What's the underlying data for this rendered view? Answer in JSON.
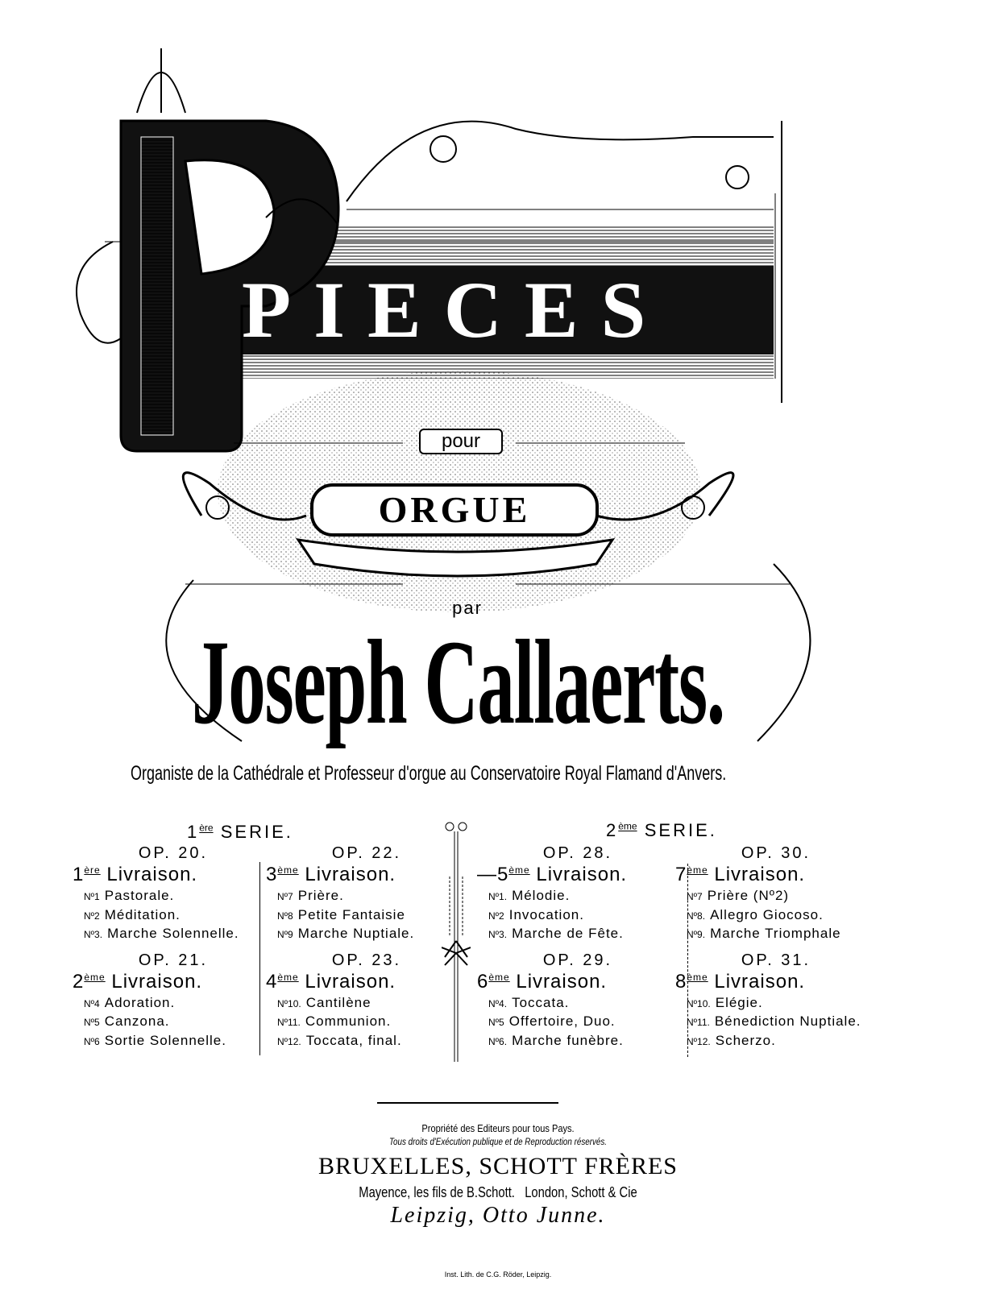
{
  "title": {
    "main": "PIECES",
    "pour": "pour",
    "instrument": "ORGUE",
    "par": "par",
    "composer": "Joseph Callaerts.",
    "subtitle": "Organiste de la Cathédrale et Professeur d'orgue au Conservatoire Royal Flamand d'Anvers."
  },
  "series": [
    {
      "num": "1",
      "sup": "ère",
      "label": "SERIE.",
      "columns": [
        [
          {
            "op": "OP. 20.",
            "num": "1",
            "sup": "ère",
            "liv": "Livraison.",
            "items": [
              {
                "no": "Nº1",
                "title": "Pastorale."
              },
              {
                "no": "Nº2",
                "title": "Méditation."
              },
              {
                "no": "Nº3.",
                "title": "Marche Solennelle."
              }
            ]
          },
          {
            "op": "OP. 21.",
            "num": "2",
            "sup": "ème",
            "liv": "Livraison.",
            "items": [
              {
                "no": "Nº4",
                "title": "Adoration."
              },
              {
                "no": "Nº5",
                "title": "Canzona."
              },
              {
                "no": "Nº6",
                "title": "Sortie Solennelle."
              }
            ]
          }
        ],
        [
          {
            "op": "OP. 22.",
            "num": "3",
            "sup": "ème",
            "liv": "Livraison.",
            "items": [
              {
                "no": "Nº7",
                "title": "Prière."
              },
              {
                "no": "Nº8",
                "title": "Petite Fantaisie"
              },
              {
                "no": "Nº9",
                "title": "Marche Nuptiale."
              }
            ]
          },
          {
            "op": "OP. 23.",
            "num": "4",
            "sup": "ème",
            "liv": "Livraison.",
            "items": [
              {
                "no": "Nº10.",
                "title": "Cantilène"
              },
              {
                "no": "Nº11.",
                "title": "Communion."
              },
              {
                "no": "Nº12.",
                "title": "Toccata, final."
              }
            ]
          }
        ]
      ]
    },
    {
      "num": "2",
      "sup": "ème",
      "label": "SERIE.",
      "columns": [
        [
          {
            "op": "OP. 28.",
            "num": "—5",
            "sup": "ème",
            "liv": "Livraison.",
            "items": [
              {
                "no": "Nº1.",
                "title": "Mélodie."
              },
              {
                "no": "Nº2",
                "title": "Invocation."
              },
              {
                "no": "Nº3.",
                "title": "Marche de Fête."
              }
            ]
          },
          {
            "op": "OP. 29.",
            "num": "6",
            "sup": "ème",
            "liv": "Livraison.",
            "items": [
              {
                "no": "Nº4.",
                "title": "Toccata."
              },
              {
                "no": "Nº5",
                "title": "Offertoire, Duo."
              },
              {
                "no": "Nº6.",
                "title": "Marche funèbre."
              }
            ]
          }
        ],
        [
          {
            "op": "OP. 30.",
            "num": "7",
            "sup": "ème",
            "liv": "Livraison.",
            "items": [
              {
                "no": "Nº7",
                "title": "Prière (Nº2)"
              },
              {
                "no": "Nº8.",
                "title": "Allegro Giocoso."
              },
              {
                "no": "Nº9.",
                "title": "Marche Triomphale"
              }
            ]
          },
          {
            "op": "OP. 31.",
            "num": "8",
            "sup": "ème",
            "liv": "Livraison.",
            "items": [
              {
                "no": "Nº10.",
                "title": "Elégie."
              },
              {
                "no": "Nº11.",
                "title": "Bénediction Nuptiale."
              },
              {
                "no": "Nº12.",
                "title": "Scherzo."
              }
            ]
          }
        ]
      ]
    }
  ],
  "footer": {
    "rights1": "Propriété des Editeurs pour tous Pays.",
    "rights2": "Tous droits d'Exécution publique et de Reproduction réservés.",
    "publisher": "BRUXELLES, SCHOTT FRÈRES",
    "branches": "Mayence, les fils de B.Schott.   London, Schott & Cie",
    "leipzig": "Leipzig, Otto Junne.",
    "imprint": "Inst. Lith. de C.G. Röder, Leipzig."
  }
}
